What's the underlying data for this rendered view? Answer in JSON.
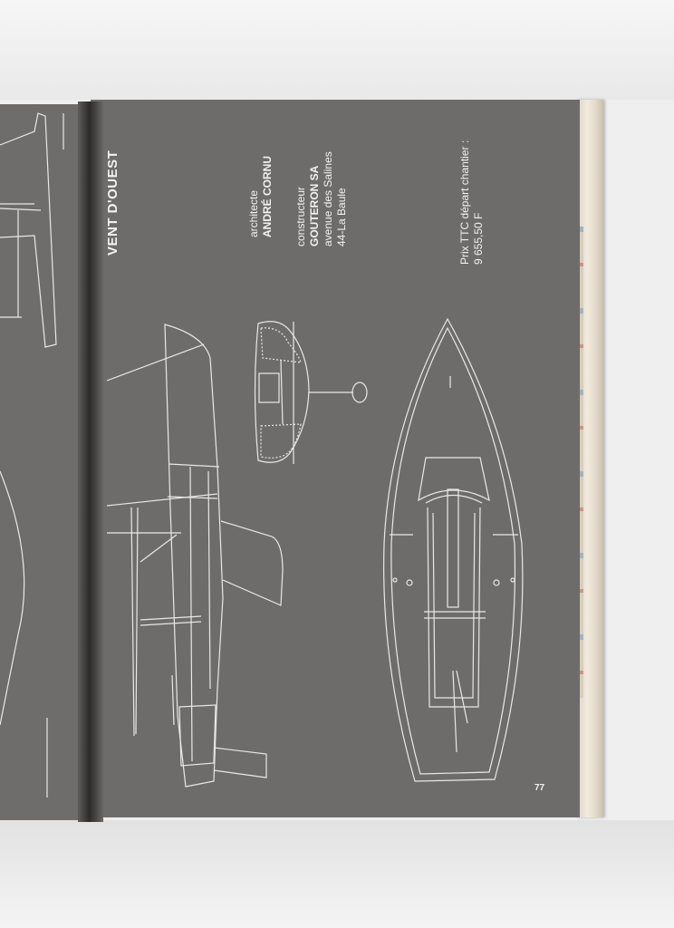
{
  "title": "VENT D'OUEST",
  "architect": {
    "role": "architecte",
    "name": "ANDRÉ CORNU"
  },
  "builder": {
    "role": "constructeur",
    "name": "GOUTERON SA",
    "address_line1": "avenue des Salines",
    "address_line2": "44-La Baule"
  },
  "price": {
    "label": "Prix TTC départ chantier :",
    "value": "9 655,50 F"
  },
  "page_number": "77",
  "colors": {
    "page": "#6e6c6b",
    "ink": "#f2f2f2",
    "gutter": "#2c2b2b"
  }
}
